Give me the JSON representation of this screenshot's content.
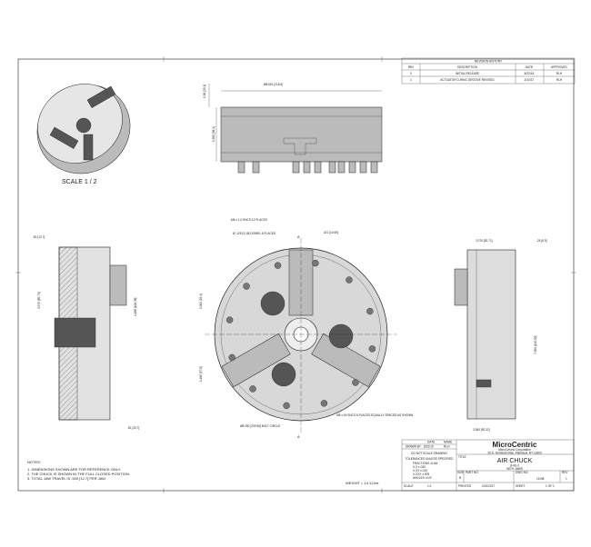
{
  "revision_history": {
    "title": "REVISION HISTORY",
    "headers": [
      "REV",
      "DESCRIPTION",
      "DATE",
      "APPROVED"
    ],
    "rows": [
      [
        "0",
        "INITIAL RELEASE",
        "8/22/16",
        "RLH"
      ],
      [
        "1",
        "ACTUATOR O-RING GROOVE REVISED",
        "2/10/17",
        "RLH"
      ]
    ]
  },
  "scale_label": "SCALE 1 / 2",
  "dimensions": {
    "top_dia": "Ø8.601 [218.5]",
    "top_height": "1.500 [38.1]",
    "top_width": "1.38 [35.1]",
    "cap_screw": "M6 x 1.0 SHCS 12 PLACES",
    "dowel": "Ø .125 [3.18] DOWEL 6 PLACES",
    "dim_021": ".421 [10.69]",
    "bolt_circle": "Ø8.250 [209.55] BOLT CIRCLE",
    "holes": "M8 x 45 SHCS 6 PLACES EQUALLY SPACED AS SHOWN",
    "left_w": ".50 [12.7]",
    "left_h1": "3.375 [85.73]",
    "left_h2": "4.188 [106.38]",
    "left_b": ".81 [20.7]",
    "side_w1": "2.076 [52.71]",
    "side_w2": ".25 [6.5]",
    "side_h1": "7.500 [190.50]",
    "side_b": "2.060 [52.32]",
    "mid_h1": "1.000 [25.4]",
    "mid_h2": "1.480 [37.6]"
  },
  "section_marker": "A",
  "notes": {
    "title": "NOTES:",
    "items": [
      "1. DIMENSIONS SHOWN ARE FOR REFERENCE ONLY.",
      "2. THE CHUCK IS SHOWN IN THE FULL CLOSED POSITION.",
      "3. TOTAL JAW TRAVEL IS .500 [12.7] PER JAW."
    ]
  },
  "weight": "WEIGHT = 14.11 lbs",
  "title_block": {
    "company": "MicroCentric",
    "company_sub": "MicroCentric Corporation",
    "address": "25 S. Terminal Drive, Plainview, NY 11803",
    "do_not_scale": "DO NOT SCALE DRAWING",
    "tolerances": "TOLERANCES UNLESS SPECIFIED",
    "tol_lines": [
      "FRACTIONS ±1/64",
      "X.X ±.030",
      "X.XX ±.010",
      "X.XXX ±.005",
      "ANGLES ±0.5°"
    ],
    "drawn_headers": [
      "",
      "DATE",
      "NAME"
    ],
    "drawn_row": [
      "DRAWN BY",
      "8/22/16",
      "RLH"
    ],
    "title_label": "TITLE",
    "title": "AIR CHUCK",
    "subtitle": "8-4S-3",
    "sub2": "WITH JAWS",
    "size_label": "SIZE",
    "size": "B",
    "part_label": "PART NO.",
    "dwg_label": "DWG NO.",
    "dwg": "11198",
    "rev_label": "REV",
    "rev": "1",
    "scale_label": "SCALE",
    "scale": "1:2",
    "date_label": "PRINTED",
    "date": "2/10/2017",
    "sheet_label": "SHEET",
    "sheet": "1 OF 1"
  }
}
